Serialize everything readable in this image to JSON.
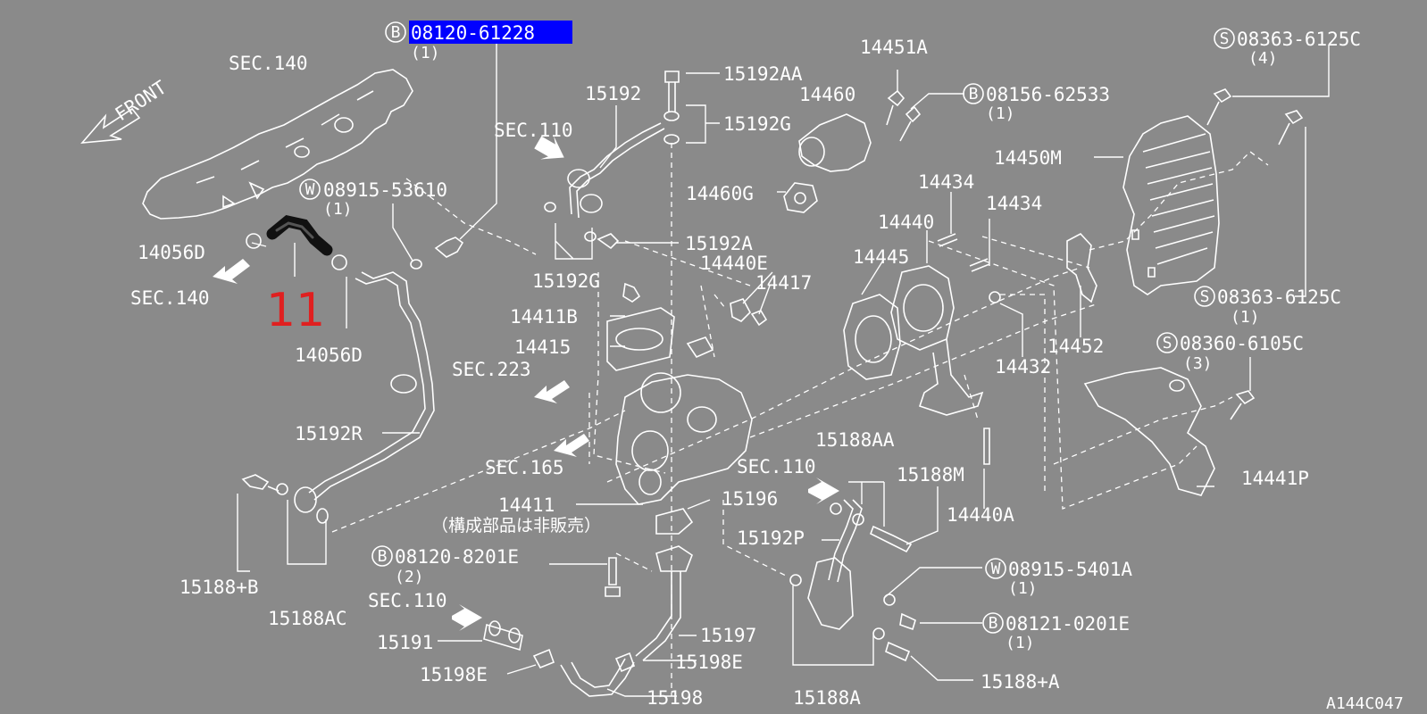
{
  "highlighted_part": {
    "prefix": "B",
    "number": "08120-61228",
    "qty": "(1)",
    "highlight_color": "#0000ff"
  },
  "callout": {
    "text": "11",
    "color": "#e02020"
  },
  "drawing_code": "A144C047",
  "front_label": "FRONT",
  "sections": {
    "sec140_top": "SEC.140",
    "sec140_left": "SEC.140",
    "sec110_top": "SEC.110",
    "sec223": "SEC.223",
    "sec165": "SEC.165",
    "sec110_mid": "SEC.110",
    "sec110_bottom": "SEC.110"
  },
  "parts": {
    "p14056D_a": "14056D",
    "p14056D_b": "14056D",
    "w08915_53610": {
      "prefix": "W",
      "number": "08915-53610",
      "qty": "(1)"
    },
    "p15192": "15192",
    "p15192AA": "15192AA",
    "p15192G_top": "15192G",
    "p15192A": "15192A",
    "p15192G_bottom": "15192G",
    "p14451A": "14451A",
    "p14460": "14460",
    "b08156_62533": {
      "prefix": "B",
      "number": "08156-62533",
      "qty": "(1)"
    },
    "s08363_6125C_top": {
      "prefix": "S",
      "number": "08363-6125C",
      "qty": "(4)"
    },
    "p14450M": "14450M",
    "p14460G": "14460G",
    "p14434_a": "14434",
    "p14434_b": "14434",
    "p14440": "14440",
    "p14440E": "14440E",
    "p14445": "14445",
    "p14417": "14417",
    "p14411B": "14411B",
    "p14415": "14415",
    "p14452": "14452",
    "p14432": "14432",
    "s08363_6125C_bottom": {
      "prefix": "S",
      "number": "08363-6125C",
      "qty": "(1)"
    },
    "s08360_6105C": {
      "prefix": "S",
      "number": "08360-6105C",
      "qty": "(3)"
    },
    "p15192R": "15192R",
    "p15188AA": "15188AA",
    "p15188M": "15188M",
    "p14441P": "14441P",
    "p14440A": "14440A",
    "p14411": "14411",
    "note_14411": "（構成部品は非販売）",
    "p15196": "15196",
    "p15192P": "15192P",
    "b08120_8201E": {
      "prefix": "B",
      "number": "08120-8201E",
      "qty": "(2)"
    },
    "w08915_5401A": {
      "prefix": "W",
      "number": "08915-5401A",
      "qty": "(1)"
    },
    "p15188B": "15188+B",
    "p15188AC": "15188AC",
    "p15191": "15191",
    "p15197": "15197",
    "b08121_0201E": {
      "prefix": "B",
      "number": "08121-0201E",
      "qty": "(1)"
    },
    "p15198E_left": "15198E",
    "p15198E_right": "15198E",
    "p15198": "15198",
    "p15188A": "15188A",
    "p15188plusA": "15188+A"
  }
}
